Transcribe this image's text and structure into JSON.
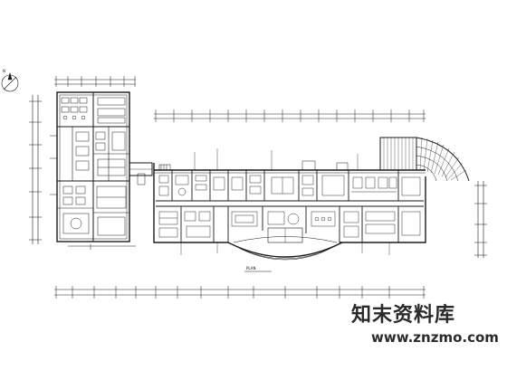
{
  "drawing": {
    "title": "PLAN",
    "north_label": "N"
  },
  "watermark": {
    "site_name": "知末资料库",
    "url": "www.znzmo.com"
  }
}
